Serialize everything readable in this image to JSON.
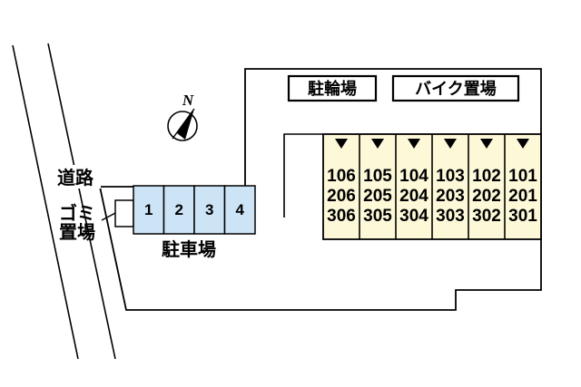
{
  "colors": {
    "parking_fill": "#cce4f6",
    "building_fill": "#fdf8d8",
    "line": "#000000",
    "background": "#ffffff"
  },
  "road": {
    "label": "道路"
  },
  "compass": {
    "label": "N"
  },
  "garbage": {
    "label_line1": "ゴミ",
    "label_line2": "置場"
  },
  "parking": {
    "label": "駐車場",
    "spaces": [
      "1",
      "2",
      "3",
      "4"
    ]
  },
  "signs": {
    "bicycle": "駐輪場",
    "motorcycle": "バイク置場"
  },
  "building": {
    "units": [
      {
        "rooms": [
          "106",
          "206",
          "306"
        ]
      },
      {
        "rooms": [
          "105",
          "205",
          "305"
        ]
      },
      {
        "rooms": [
          "104",
          "204",
          "304"
        ]
      },
      {
        "rooms": [
          "103",
          "203",
          "303"
        ]
      },
      {
        "rooms": [
          "102",
          "202",
          "302"
        ]
      },
      {
        "rooms": [
          "101",
          "201",
          "301"
        ]
      }
    ]
  }
}
